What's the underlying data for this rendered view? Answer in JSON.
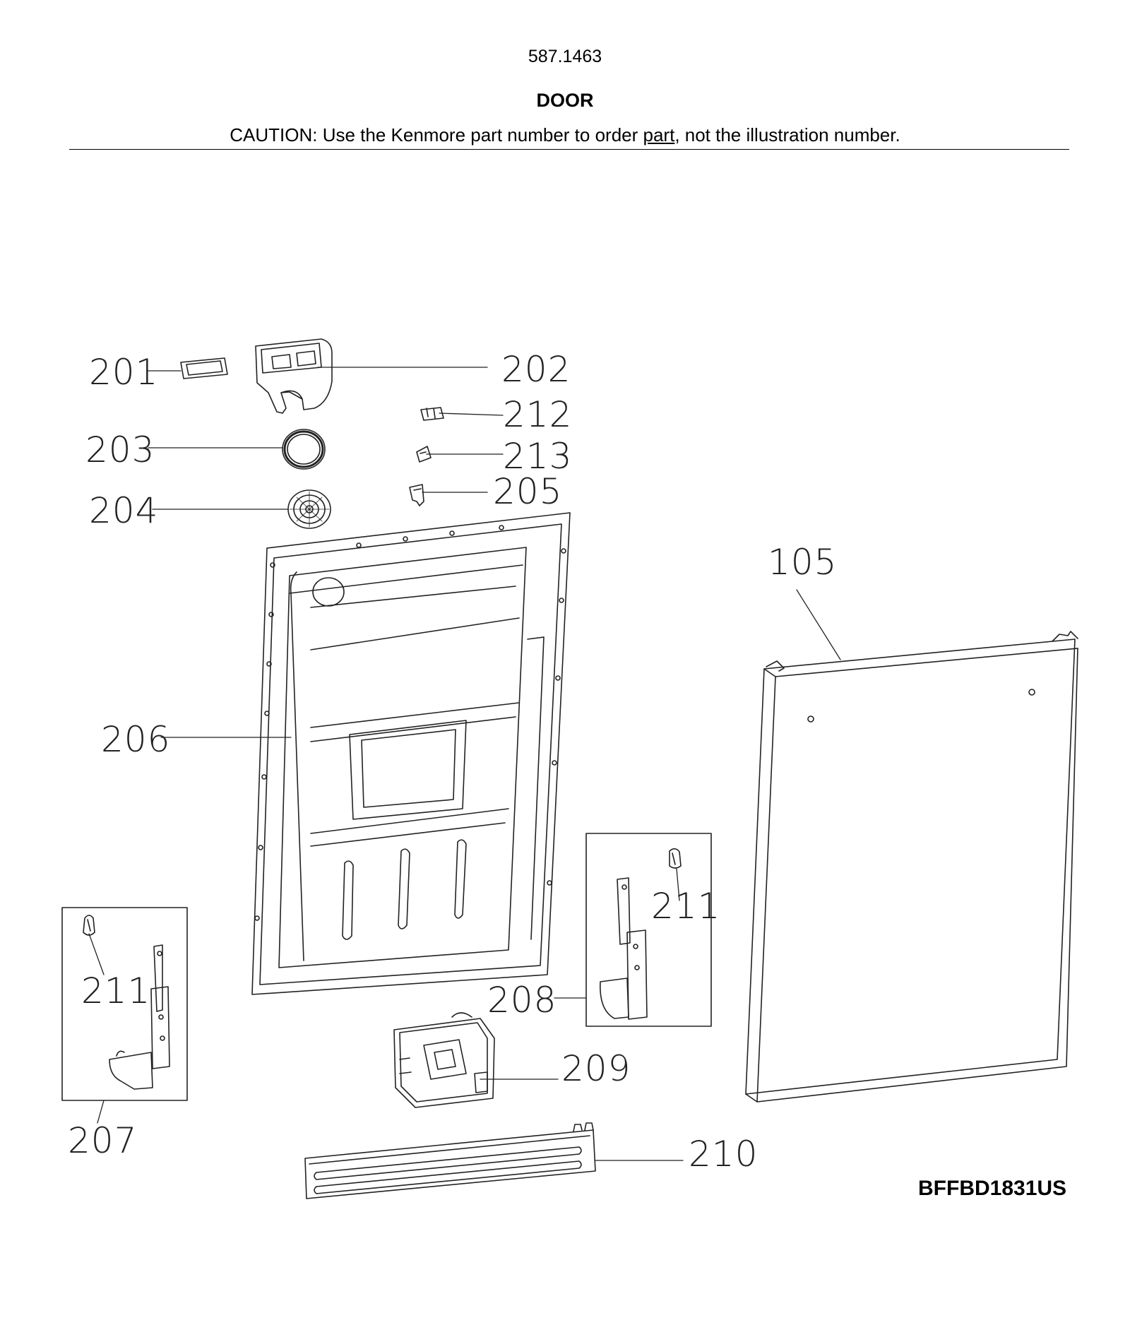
{
  "header": {
    "model_number": "587.1463",
    "section_title": "DOOR",
    "caution_prefix": "CAUTION: Use the Kenmore part number to order ",
    "caution_link": "part",
    "caution_suffix": ", not the illustration number."
  },
  "callouts": {
    "c105": "105",
    "c201": "201",
    "c202": "202",
    "c203": "203",
    "c204": "204",
    "c205": "205",
    "c206": "206",
    "c207": "207",
    "c208": "208",
    "c209": "209",
    "c210": "210",
    "c211a": "211",
    "c211b": "211",
    "c212": "212",
    "c213": "213"
  },
  "diagram_code": "BFFBD1831US",
  "colors": {
    "ink": "#000000",
    "line": "#222222",
    "paper": "#ffffff"
  }
}
